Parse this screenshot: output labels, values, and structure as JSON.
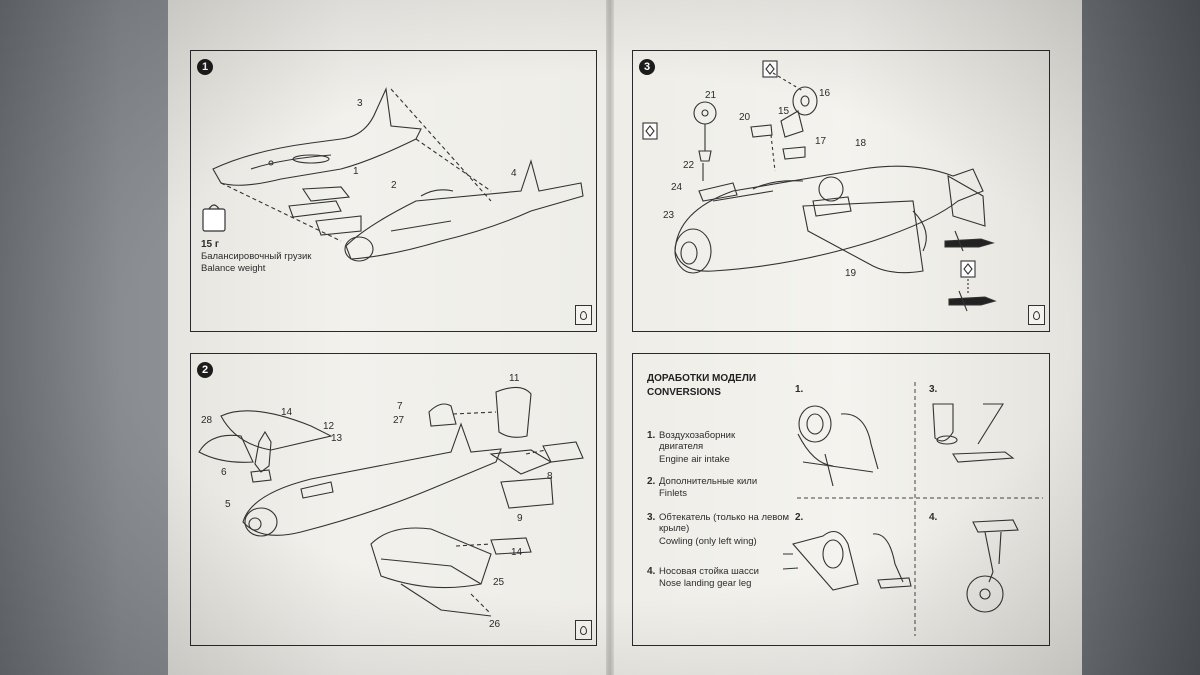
{
  "panel1": {
    "step": "1",
    "labels": [
      "3",
      "1",
      "2",
      "4"
    ],
    "weight_value": "15 г",
    "weight_ru": "Балансировочный грузик",
    "weight_en": "Balance weight"
  },
  "panel2": {
    "step": "2",
    "labels": [
      "28",
      "14",
      "12",
      "13",
      "6",
      "5",
      "7",
      "27",
      "11",
      "8",
      "9",
      "14",
      "25",
      "26"
    ]
  },
  "panel3": {
    "step": "3",
    "labels": [
      "21",
      "16",
      "15",
      "20",
      "17",
      "18",
      "22",
      "24",
      "23",
      "19"
    ]
  },
  "conversions": {
    "title_ru": "ДОРАБОТКИ МОДЕЛИ",
    "title_en": "CONVERSIONS",
    "items": [
      {
        "num": "1.",
        "ru": "Воздухозаборник двигателя",
        "en": "Engine air intake"
      },
      {
        "num": "2.",
        "ru": "Дополнительные кили",
        "en": "Finlets"
      },
      {
        "num": "3.",
        "ru": "Обтекатель (только на левом крыле)",
        "en": "Cowling (only left wing)"
      },
      {
        "num": "4.",
        "ru": "Носовая стойка шасси",
        "en": "Nose landing gear leg"
      }
    ],
    "figures": [
      "1.",
      "3.",
      "2.",
      "4."
    ]
  }
}
